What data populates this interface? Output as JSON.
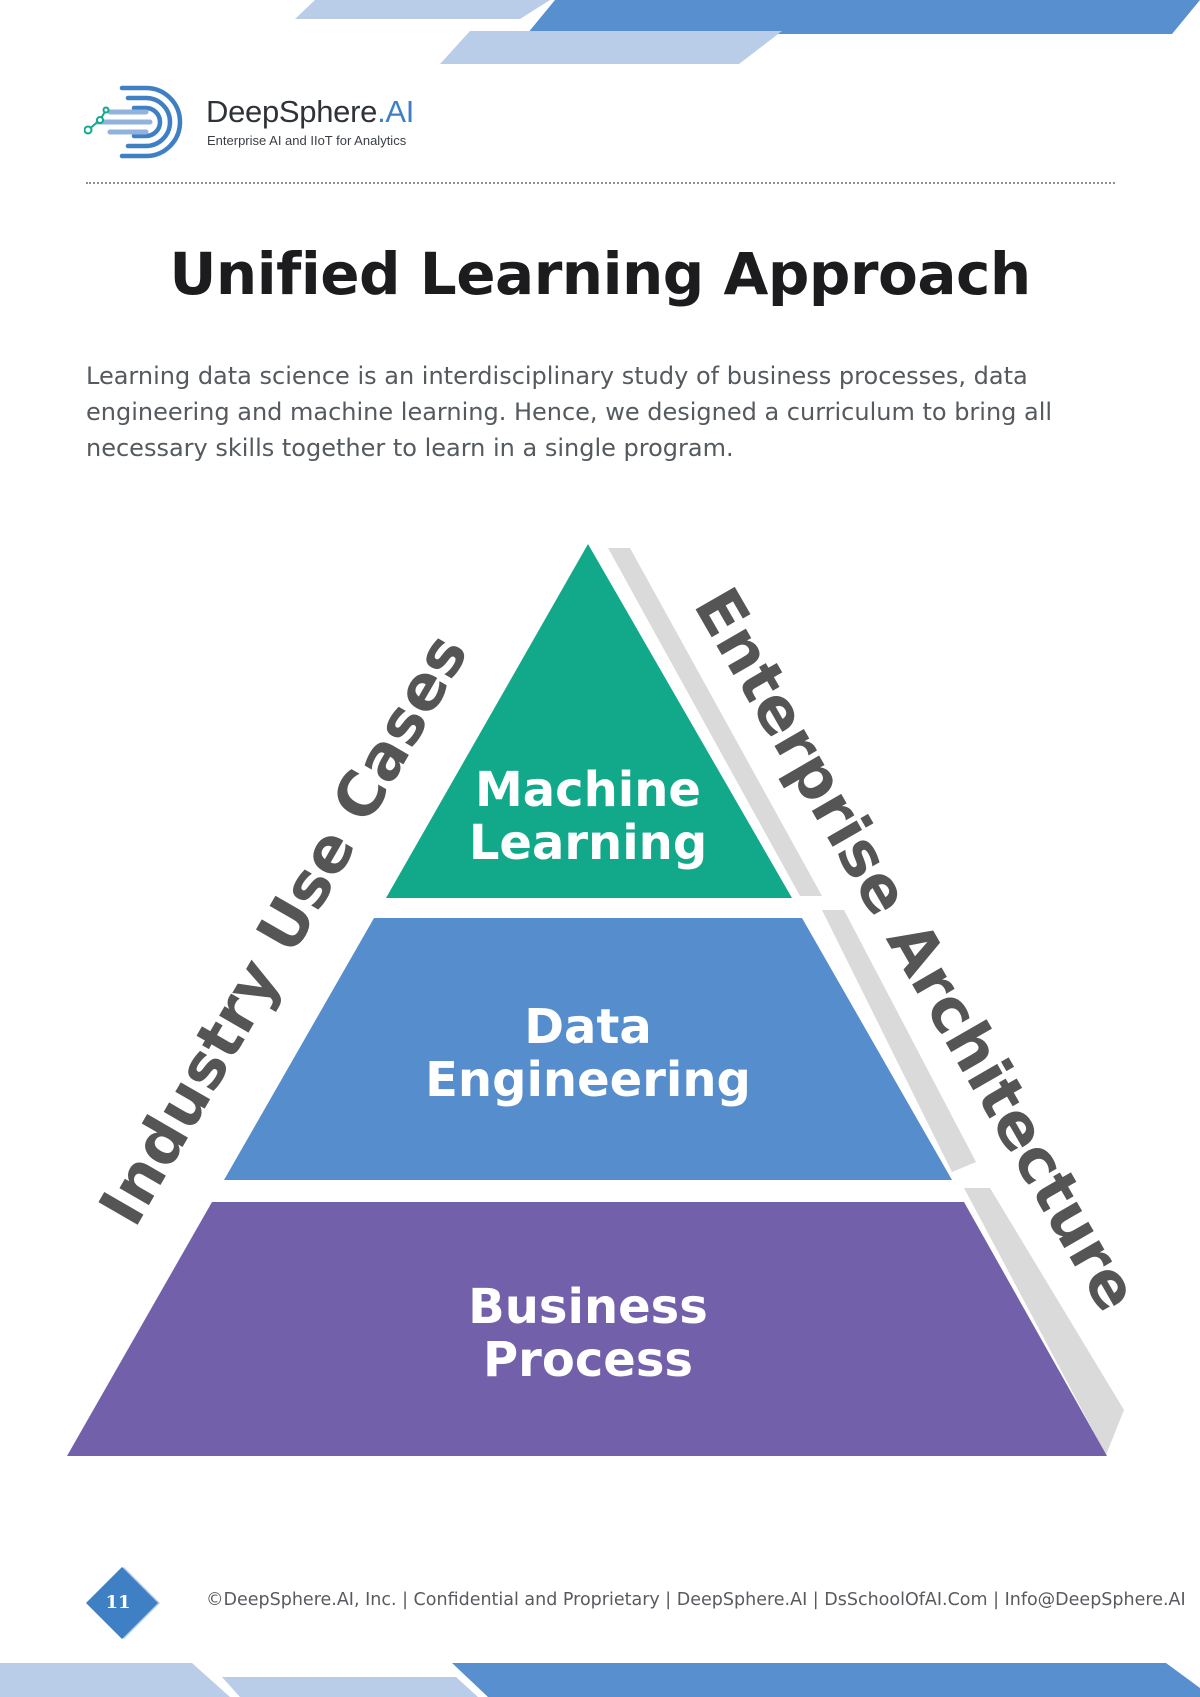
{
  "brand": {
    "name": "DeepSphere",
    "name_suffix": ".AI",
    "tagline": "Enterprise AI and IIoT for Analytics"
  },
  "page": {
    "title": "Unified Learning Approach",
    "intro": "Learning data science is an interdisciplinary study of business processes, data engineering and machine learning. Hence, we designed a curriculum to bring all necessary skills together to learn in a single program."
  },
  "pyramid": {
    "top": {
      "line1": "Machine",
      "line2": "Learning",
      "color": "#12a98a"
    },
    "middle": {
      "line1": "Data",
      "line2": "Engineering",
      "color": "#568dcd"
    },
    "bottom": {
      "line1": "Business",
      "line2": "Process",
      "color": "#7360aa"
    },
    "left_side_label": "Industry Use Cases",
    "right_side_label": "Enterprise Architecture",
    "side_label_color": "#555555",
    "shadow_color": "#dadada"
  },
  "footer": {
    "page_number": "11",
    "text": "©DeepSphere.AI, Inc. | Confidential and Proprietary | DeepSphere.AI | DsSchoolOfAI.Com | Info@DeepSphere.AI",
    "accent_color": "#3f7fc4"
  },
  "colors": {
    "banner_dark": "#588fcf",
    "banner_light": "#b9cde8"
  }
}
